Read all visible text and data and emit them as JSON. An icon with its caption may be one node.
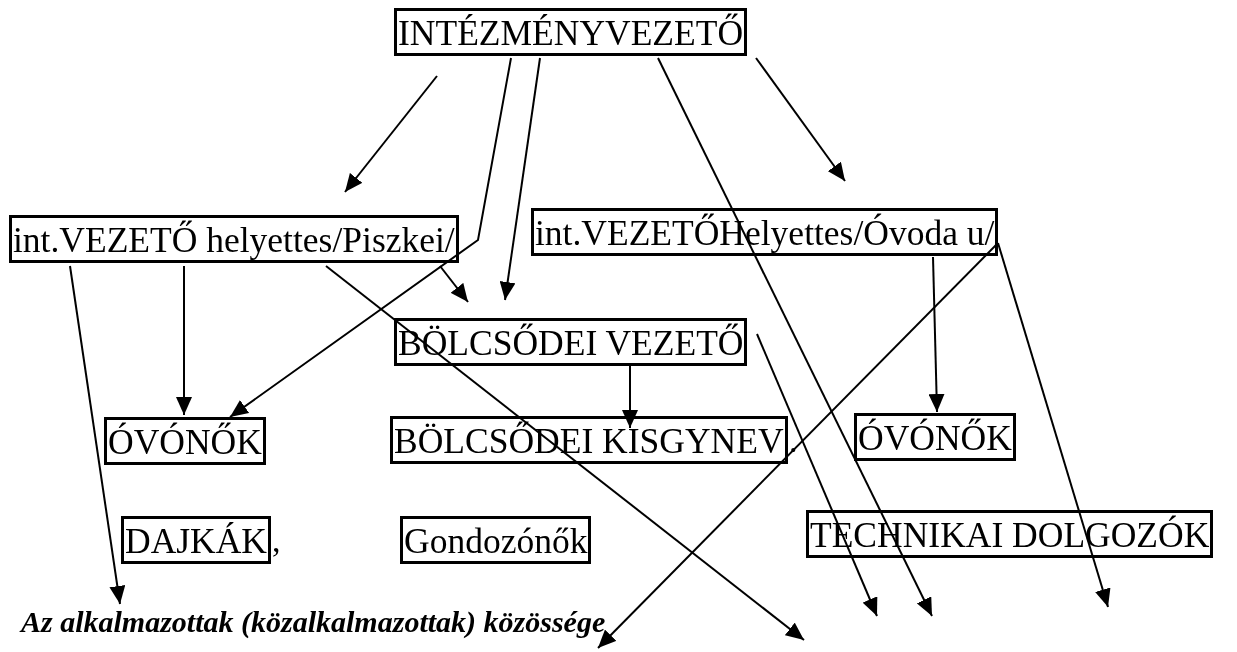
{
  "diagram": {
    "nodes": [
      {
        "text": [
          "INTÉZMÉNYVEZETŐ"
        ]
      },
      {
        "text": [
          "int.VEZETŐ helyettes/Piszkei/"
        ]
      },
      {
        "text": [
          "int.VEZETŐHelyettes/Óvoda u/"
        ]
      },
      {
        "text": [
          "BÖLCSŐDEI VEZETŐ"
        ]
      },
      {
        "text": [
          "ÓVÓNŐK"
        ]
      },
      {
        "text": [
          "BÖLCSŐDEI KISGYNEV"
        ],
        "beside": [
          "."
        ]
      },
      {
        "text": [
          "ÓVÓNŐK"
        ]
      },
      {
        "text": [
          "DAJKÁK"
        ],
        "beside": [
          ","
        ]
      },
      {
        "text": [
          "Gondozónők"
        ]
      },
      {
        "text": [
          "TECHNIKAI DOLGOZÓK"
        ]
      },
      {
        "text": [
          "Az  alkalmazottak (közalkalmazottak) közössége"
        ]
      }
    ],
    "edges": [
      {
        "from": 0,
        "to": 1,
        "arrow": "to"
      },
      {
        "from": 0,
        "to": 4,
        "arrow": "to"
      },
      {
        "from": 0,
        "to": 3,
        "arrow": "to"
      },
      {
        "from": 0,
        "to": null,
        "arrow": "to"
      },
      {
        "from": 0,
        "to": 2,
        "arrow": "to"
      },
      {
        "from": 1,
        "to": 10,
        "arrow": "to"
      },
      {
        "from": 1,
        "to": 4,
        "arrow": "to"
      },
      {
        "from": 1,
        "to": 3,
        "arrow": "to"
      },
      {
        "from": 1,
        "to": null,
        "arrow": "to"
      },
      {
        "from": 2,
        "to": 6,
        "arrow": "to"
      },
      {
        "from": 2,
        "to": null,
        "arrow": "to"
      },
      {
        "from": 2,
        "to": 10,
        "arrow": "to"
      },
      {
        "from": 3,
        "to": null,
        "arrow": "to"
      },
      {
        "from": 3,
        "to": 5,
        "arrow": "to"
      }
    ]
  }
}
